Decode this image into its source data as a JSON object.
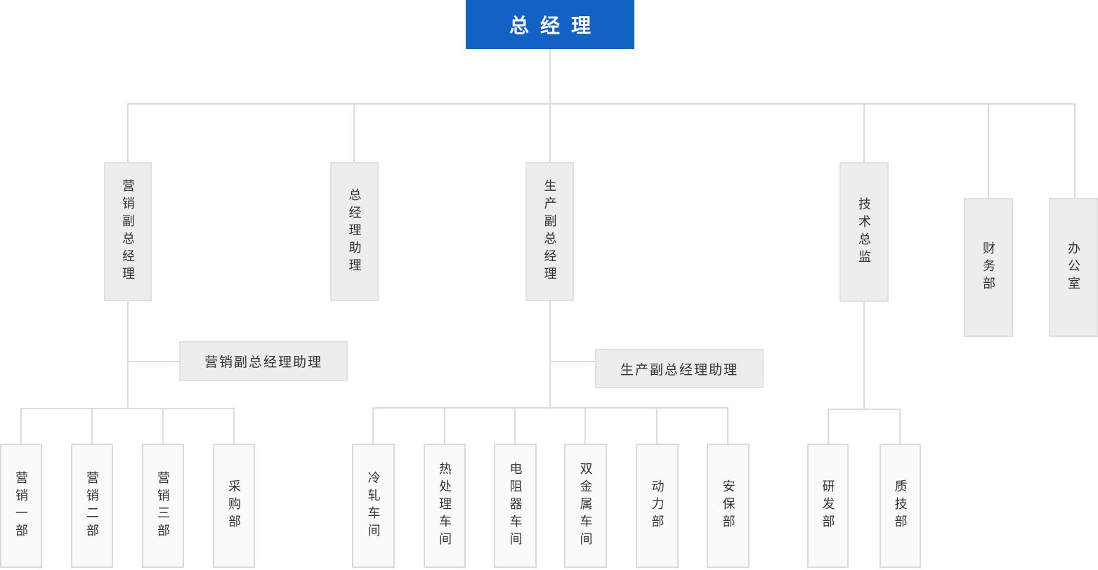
{
  "org_chart": {
    "root": {
      "label": "总经理"
    },
    "level2": {
      "marketing_vgm": {
        "label": "营销副总经理"
      },
      "gm_assistant": {
        "label": "总经理助理"
      },
      "production_vgm": {
        "label": "生产副总经理"
      },
      "tech_director": {
        "label": "技术总监"
      },
      "finance_dept": {
        "label": "财务部"
      },
      "office": {
        "label": "办公室"
      }
    },
    "staff": {
      "marketing_vgm_assistant": {
        "label": "营销副总经理助理"
      },
      "production_vgm_assistant": {
        "label": "生产副总经理助理"
      }
    },
    "departments": {
      "marketing": [
        "营销一部",
        "营销二部",
        "营销三部",
        "采购部"
      ],
      "production": [
        "冷轧车间",
        "热处理车间",
        "电阻器车间",
        "双金属车间",
        "动力部",
        "安保部"
      ],
      "technology": [
        "研发部",
        "质技部"
      ]
    }
  },
  "colors": {
    "root_bg": "#1261c4",
    "root_text": "#ffffff",
    "node_bg": "#ededed",
    "node_border": "#e0e0e0",
    "leaf_bg": "#fafafa",
    "leaf_border": "#dadada",
    "connector": "#dcdcdc",
    "text": "#333333"
  }
}
